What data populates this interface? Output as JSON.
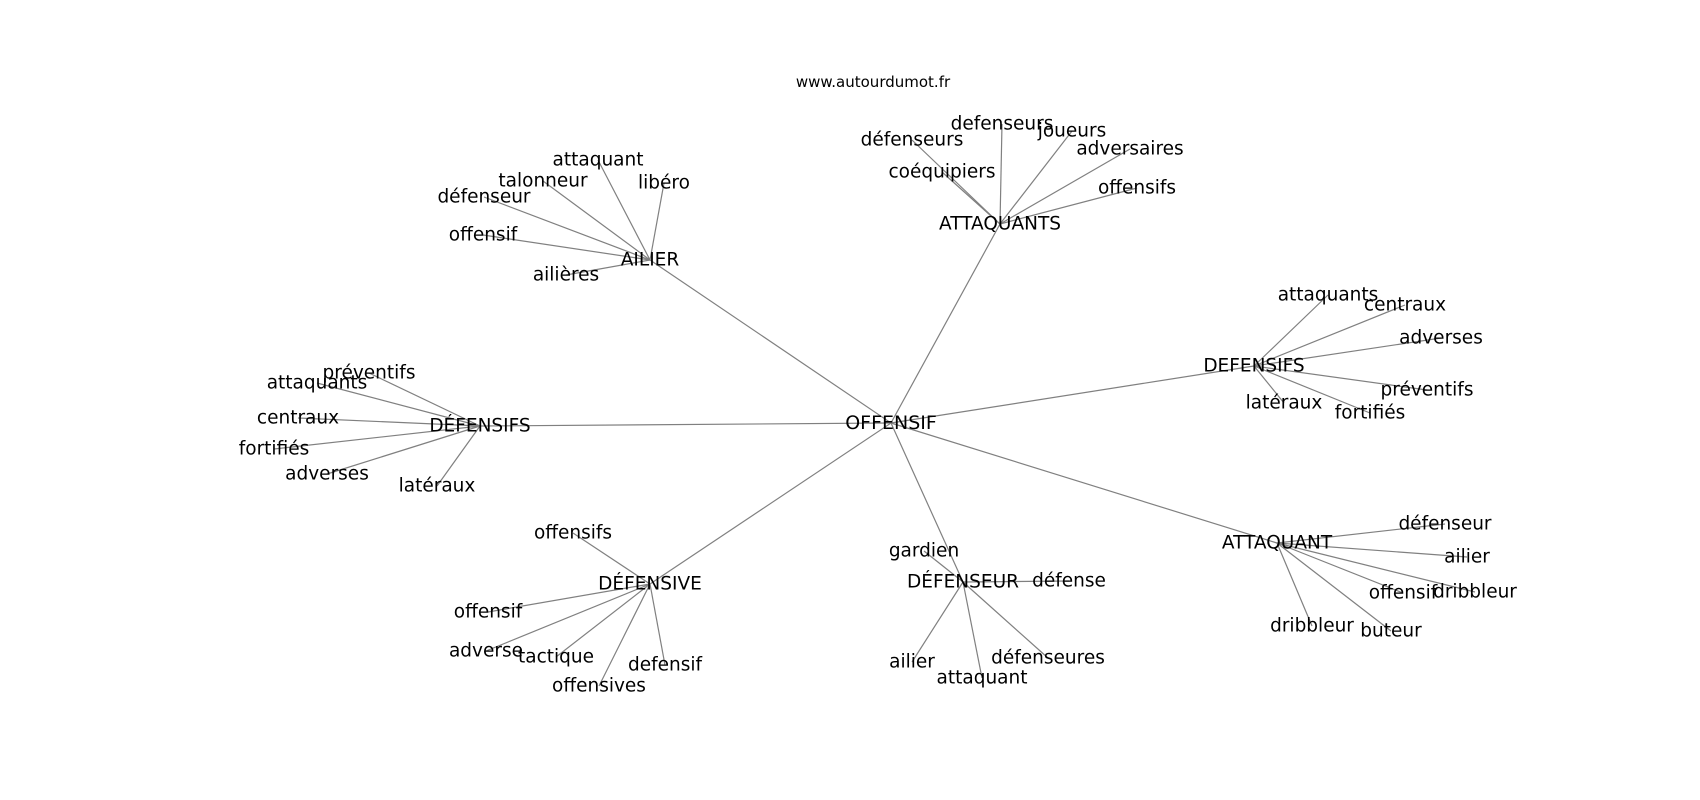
{
  "source": "www.autourdumot.fr",
  "center": "OFFENSIF",
  "clusters": [
    {
      "hub": "AILIER",
      "words": [
        "attaquant",
        "libéro",
        "talonneur",
        "défenseur",
        "offensif",
        "ailières"
      ]
    },
    {
      "hub": "ATTAQUANTS",
      "words": [
        "defenseurs",
        "défenseurs",
        "joueurs",
        "adversaires",
        "coéquipiers",
        "offensifs"
      ]
    },
    {
      "hub": "DEFENSIFS",
      "words": [
        "attaquants",
        "centraux",
        "adverses",
        "préventifs",
        "latéraux",
        "fortifiés"
      ]
    },
    {
      "hub": "DÉFENSIFS",
      "words": [
        "préventifs",
        "attaquants",
        "centraux",
        "fortifiés",
        "adverses",
        "latéraux"
      ]
    },
    {
      "hub": "ATTAQUANT",
      "words": [
        "défenseur",
        "ailier",
        "offensif",
        "dribbleur",
        "dribbleur",
        "buteur"
      ]
    },
    {
      "hub": "DÉFENSIVE",
      "words": [
        "offensifs",
        "offensif",
        "adverse",
        "tactique",
        "defensif",
        "offensives"
      ]
    },
    {
      "hub": "DÉFENSEUR",
      "words": [
        "gardien",
        "défense",
        "ailier",
        "défenseures",
        "attaquant"
      ]
    }
  ]
}
